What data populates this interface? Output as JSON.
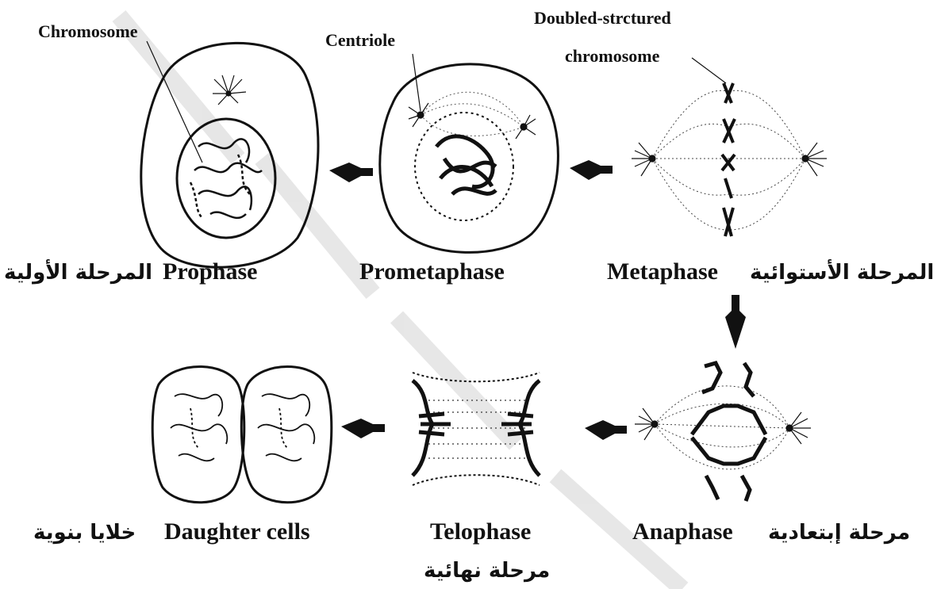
{
  "annotations": {
    "chromosome": "Chromosome",
    "centriole": "Centriole",
    "doubled_line1": "Doubled-strctured",
    "doubled_line2": "chromosome"
  },
  "stages": {
    "prophase": {
      "en": "Prophase",
      "ar": "المرحلة الأولية"
    },
    "prometaphase": {
      "en": "Prometaphase"
    },
    "metaphase": {
      "en": "Metaphase",
      "ar": "المرحلة الأستوائية"
    },
    "anaphase": {
      "en": "Anaphase",
      "ar": "مرحلة إبتعادية"
    },
    "telophase": {
      "en": "Telophase",
      "ar": "مرحلة نهائية"
    },
    "daughter": {
      "en": "Daughter cells",
      "ar": "خلايا بنوية"
    }
  }
}
